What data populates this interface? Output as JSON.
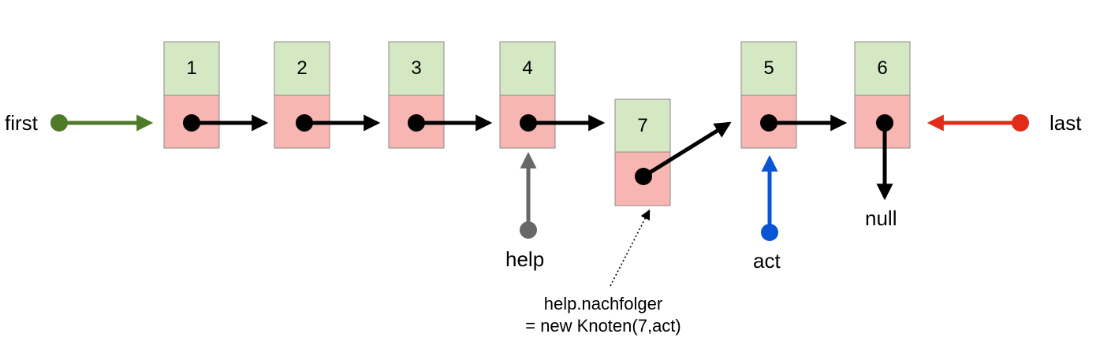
{
  "colors": {
    "value_cell": "#d5e8c4",
    "pointer_cell": "#f8b6b2",
    "cell_border": "#8a8a8a",
    "first_arrow": "#4f7a28",
    "last_arrow": "#e22b18",
    "help_arrow": "#676767",
    "act_arrow": "#0a55d6",
    "link_arrow": "#000000"
  },
  "nodes": [
    {
      "id": "n1",
      "value": "1"
    },
    {
      "id": "n2",
      "value": "2"
    },
    {
      "id": "n3",
      "value": "3"
    },
    {
      "id": "n4",
      "value": "4"
    },
    {
      "id": "n7",
      "value": "7"
    },
    {
      "id": "n5",
      "value": "5"
    },
    {
      "id": "n6",
      "value": "6"
    }
  ],
  "edges": [
    {
      "from": "n1",
      "to": "n2"
    },
    {
      "from": "n2",
      "to": "n3"
    },
    {
      "from": "n3",
      "to": "n4"
    },
    {
      "from": "n4",
      "to": "n7"
    },
    {
      "from": "n7",
      "to": "n5"
    },
    {
      "from": "n5",
      "to": "n6"
    },
    {
      "from": "n6",
      "to": "null"
    }
  ],
  "pointers": {
    "first": "first",
    "last": "last",
    "help": "help",
    "act": "act",
    "null": "null"
  },
  "note": {
    "line1": "help.nachfolger",
    "line2": "= new Knoten(7,act)"
  }
}
